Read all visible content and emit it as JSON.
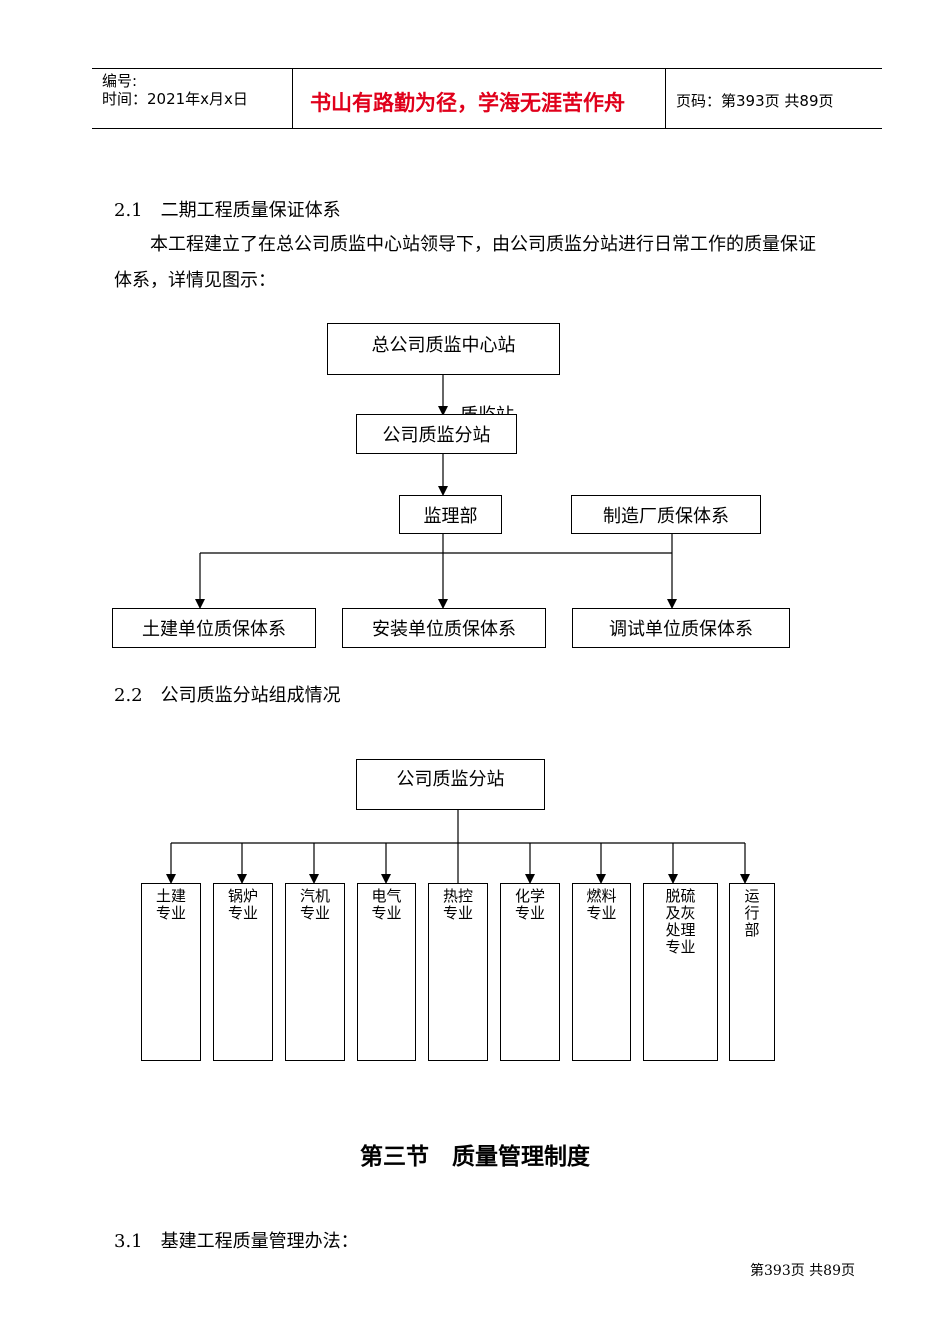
{
  "header": {
    "number_label": "编号:",
    "time_label": "时间：2021年x月x日",
    "motto": "书山有路勤为径，学海无涯苦作舟",
    "page_label": "页码：第393页 共89页"
  },
  "section_2_1": {
    "heading": "2.1　二期工程质量保证体系",
    "para_line1": "本工程建立了在总公司质监中心站领导下，由公司质监分站进行日常工作的质量保证",
    "para_line2": "体系，详情见图示："
  },
  "chart1": {
    "top": "总公司质监中心站",
    "overlap_text": "质监站",
    "second": "公司质监分站",
    "third": "监理部",
    "factory": "制造厂质保体系",
    "bottom": [
      "土建单位质保体系",
      "安装单位质保体系",
      "调试单位质保体系"
    ]
  },
  "section_2_2": {
    "heading": "2.2　公司质监分站组成情况"
  },
  "chart2": {
    "top": "公司质监分站",
    "units": [
      {
        "l1": "土建",
        "l2": "专业",
        "l3": "",
        "l4": ""
      },
      {
        "l1": "锅炉",
        "l2": "专业",
        "l3": "",
        "l4": ""
      },
      {
        "l1": "汽机",
        "l2": "专业",
        "l3": "",
        "l4": ""
      },
      {
        "l1": "电气",
        "l2": "专业",
        "l3": "",
        "l4": ""
      },
      {
        "l1": "热控",
        "l2": "专业",
        "l3": "",
        "l4": ""
      },
      {
        "l1": "化学",
        "l2": "专业",
        "l3": "",
        "l4": ""
      },
      {
        "l1": "燃料",
        "l2": "专业",
        "l3": "",
        "l4": ""
      },
      {
        "l1": "脱硫",
        "l2": "及灰",
        "l3": "处理",
        "l4": "专业"
      },
      {
        "l1": "运",
        "l2": "行",
        "l3": "部",
        "l4": ""
      }
    ]
  },
  "section_3": {
    "title": "第三节　质量管理制度",
    "heading_3_1": "3.1　基建工程质量管理办法："
  },
  "footer": {
    "page_label": "第393页 共89页"
  }
}
